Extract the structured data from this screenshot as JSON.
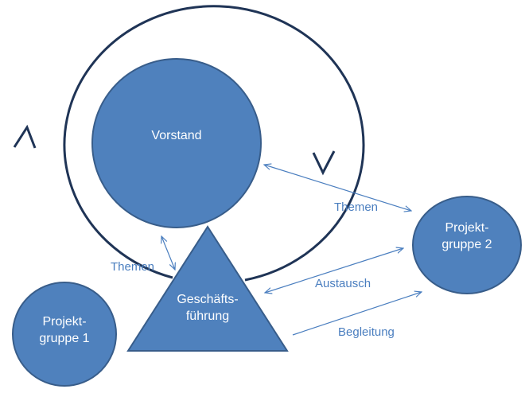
{
  "colors": {
    "node_fill": "#4f81bd",
    "node_stroke": "#385d8a",
    "cycle_stroke": "#1f3456",
    "arrow_stroke": "#4a7ebf",
    "label_text": "#4a7ebf",
    "node_text": "#ffffff"
  },
  "nodes": {
    "vorstand": {
      "label": "Vorstand",
      "shape": "circle"
    },
    "geschaeftsfuehrung": {
      "label": "Geschäfts-\nführung",
      "shape": "triangle"
    },
    "projektgruppe_1": {
      "label": "Projekt-\ngruppe 1",
      "shape": "circle"
    },
    "projektgruppe_2": {
      "label": "Projekt-\ngruppe 2",
      "shape": "circle"
    }
  },
  "edges": {
    "vorstand_geschaeftsfuehrung": {
      "label": "Themen",
      "direction": "both"
    },
    "vorstand_projektgruppe_2": {
      "label": "Themen",
      "direction": "both"
    },
    "geschaeftsfuehrung_projektgruppe_2_austausch": {
      "label": "Austausch",
      "direction": "both"
    },
    "geschaeftsfuehrung_projektgruppe_2_begleitung": {
      "label": "Begleitung",
      "direction": "to-target"
    }
  },
  "cycle": {
    "direction": "clockwise"
  }
}
